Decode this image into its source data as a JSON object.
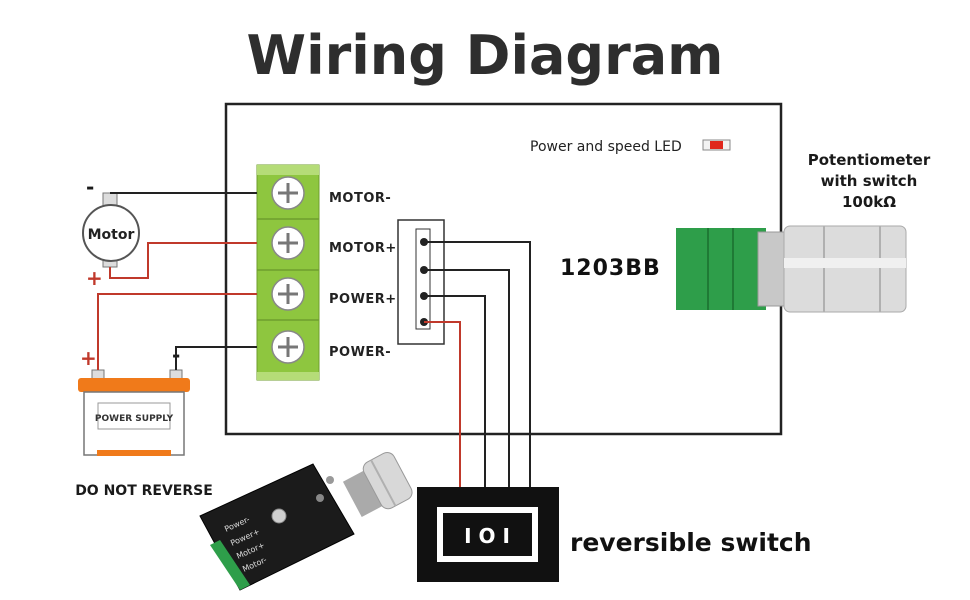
{
  "title": "Wiring Diagram",
  "controller": {
    "model": "1203BB",
    "led_label": "Power and speed LED",
    "terminals": [
      "MOTOR-",
      "MOTOR+",
      "POWER+",
      "POWER-"
    ]
  },
  "potentiometer": {
    "line1": "Potentiometer",
    "line2": "with switch",
    "line3": "100kΩ"
  },
  "motor": {
    "label": "Motor",
    "neg": "-",
    "pos": "+"
  },
  "power_supply": {
    "label": "POWER SUPPLY",
    "pos": "+",
    "neg": "-",
    "warning": "DO NOT REVERSE"
  },
  "switch": {
    "label": "reversible switch",
    "symbols": "I  O  I"
  },
  "board_photo": {
    "silk": [
      "Power-",
      "Power+",
      "Motor+",
      "Motor-"
    ]
  },
  "colors": {
    "terminal_green": "#8ec63f",
    "wire_red": "#c0392b",
    "wire_black": "#222222",
    "pot_green": "#2e9e4a",
    "battery_orange": "#f07a1a"
  }
}
